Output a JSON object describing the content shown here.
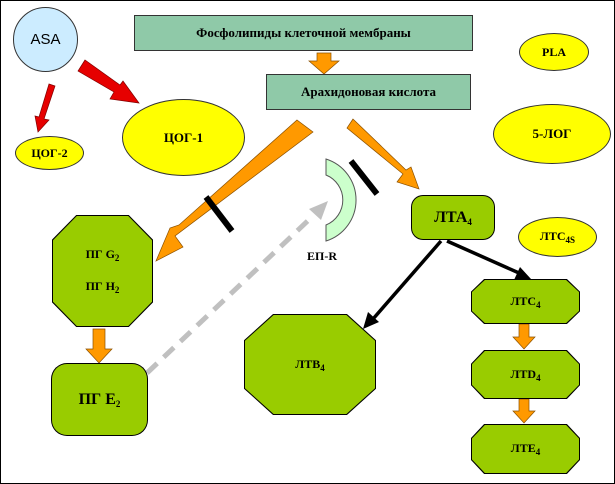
{
  "nodes": {
    "phospholipids": "Фосфолипиды клеточной мембраны",
    "arachidonic": "Арахидоновая кислота",
    "asa": "ASA",
    "cox2": "ЦОГ-2",
    "cox1": "ЦОГ-1",
    "pla": "PLA",
    "lox5": "5-ЛОГ",
    "ltc4s": {
      "main": "ЛТС",
      "sub": "4S"
    },
    "lta4": {
      "main": "ЛТА",
      "sub": "4"
    },
    "pgg2": {
      "main": "ПГ G",
      "sub": "2"
    },
    "pgh2": {
      "main": "ПГ Н",
      "sub": "2"
    },
    "pge2": {
      "main": "ПГ Е",
      "sub": "2"
    },
    "ltb4": {
      "main": "ЛТВ",
      "sub": "4"
    },
    "ltc4": {
      "main": "ЛТС",
      "sub": "4"
    },
    "ltd4": {
      "main": "ЛТD",
      "sub": "4"
    },
    "lte4": {
      "main": "ЛТЕ",
      "sub": "4"
    },
    "ep_r": "ЕП-R"
  },
  "colors": {
    "rect_fill": "#8fc9a8",
    "ellipse_fill": "#ffff00",
    "octagon_fill": "#99cc00",
    "asa_fill": "#ccecff",
    "receptor_fill": "#ccffcc",
    "orange_arrow": "#ff9900",
    "red_arrow": "#e60000",
    "black_arrow": "#000000",
    "dashed_arrow": "#c0c0c0"
  }
}
